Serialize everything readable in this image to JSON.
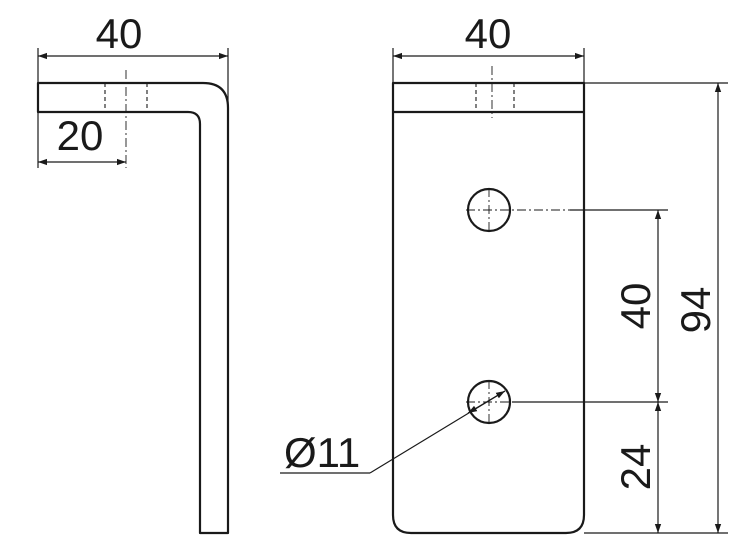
{
  "drawing": {
    "side_view": {
      "overall_width_label": "40",
      "inner_width_label": "20"
    },
    "front_view": {
      "width_label": "40",
      "hole_spacing_label": "40",
      "total_height_label": "94",
      "edge_to_hole_label": "24",
      "hole_diameter_label": "Ø11"
    }
  }
}
